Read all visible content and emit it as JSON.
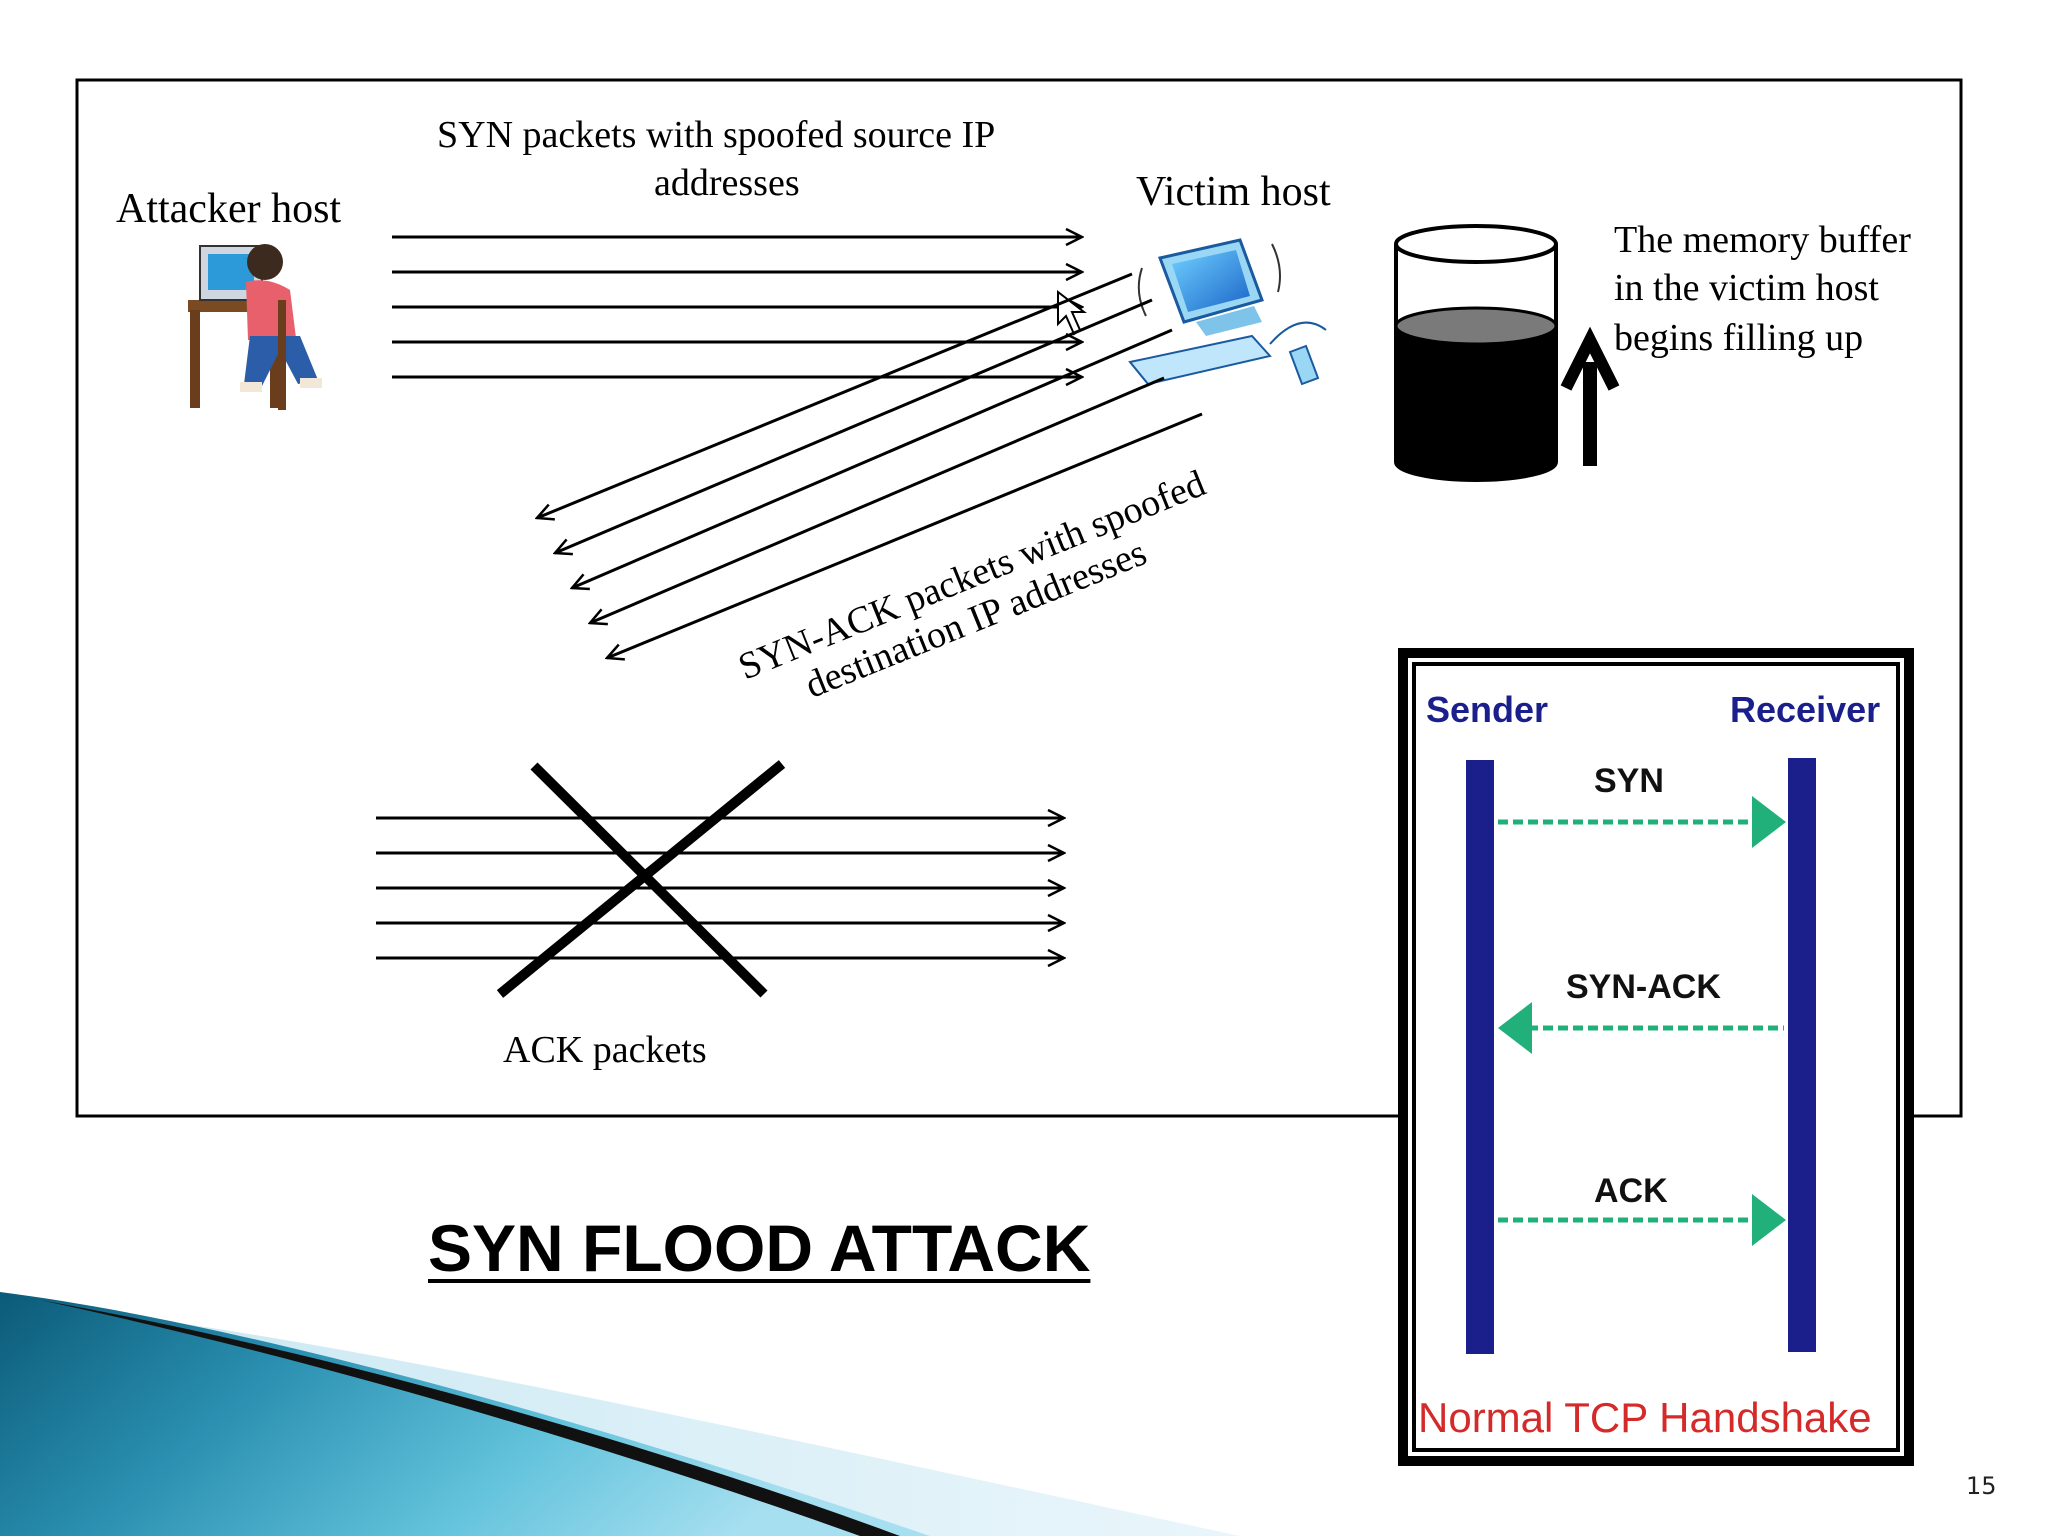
{
  "slide": {
    "title": "SYN FLOOD ATTACK",
    "page_number": "15"
  },
  "attack_diagram": {
    "syn_label_line1": "SYN packets with spoofed source IP",
    "syn_label_line2": "addresses",
    "attacker_label": "Attacker host",
    "victim_label": "Victim host",
    "synack_label_line1": "SYN-ACK packets with spoofed",
    "synack_label_line2": "destination IP addresses",
    "ack_label": "ACK packets",
    "buffer_label_line1": "The memory buffer",
    "buffer_label_line2": "in the victim host",
    "buffer_label_line3": "begins filling up"
  },
  "handshake_diagram": {
    "sender_label": "Sender",
    "receiver_label": "Receiver",
    "syn_label": "SYN",
    "synack_label": "SYN-ACK",
    "ack_label": "ACK",
    "caption": "Normal TCP Handshake"
  },
  "colors": {
    "lifeline": "#1a1f8c",
    "handshake_arrow": "#22b07a",
    "caption": "#d42a2a",
    "ribbon_dark": "#0d5c78",
    "ribbon_light": "#5fc0d8"
  }
}
